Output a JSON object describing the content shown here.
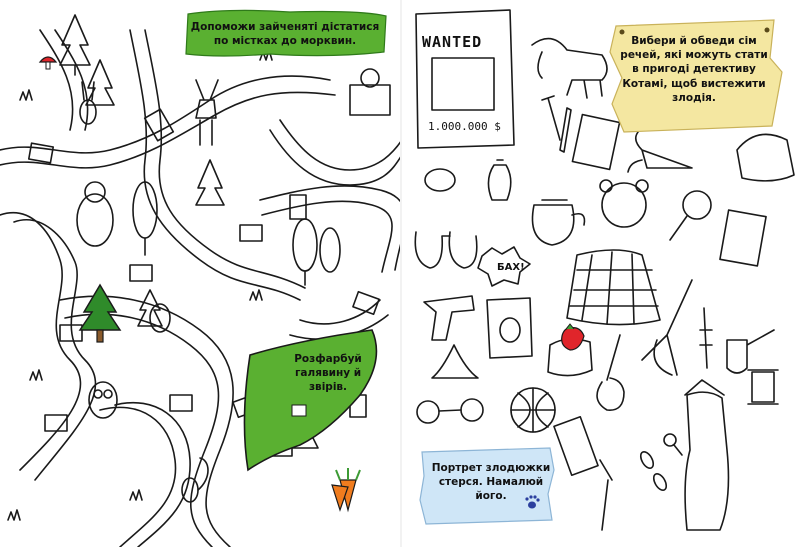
{
  "left_page": {
    "banner_top": "Допоможи зайченяті дістатися по містках до морквин.",
    "banner_meadow": "Розфарбуй галявину й звірів.",
    "colors": {
      "green": "#5ab031",
      "dark_green": "#2f7a1a",
      "carrot": "#f07c1e",
      "ink": "#1a1a1a"
    }
  },
  "right_page": {
    "banner_detective": "Вибери й обведи сім речей, які можуть стати в пригоді детективу Котамі, щоб вистежити злодія.",
    "banner_portrait": "Портрет злодюжки стерся. Намалюй його.",
    "wanted_title": "WANTED",
    "wanted_reward": "1.000.000 $",
    "bang_text": "БАХ!",
    "colors": {
      "paper": "#f4e7a1",
      "paper_edge": "#e3cf7a",
      "sky": "#cfe6f7",
      "strawberry": "#e0252b",
      "leaf": "#3d9b35",
      "paw": "#2b3f9e"
    }
  }
}
